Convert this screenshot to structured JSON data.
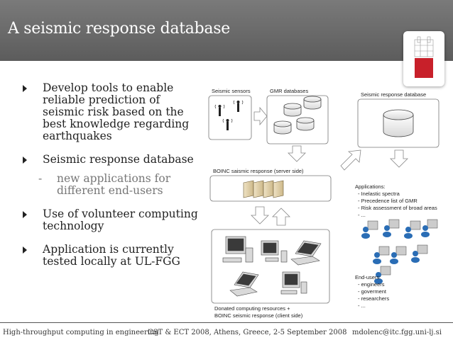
{
  "slide": {
    "title": "A seismic response database",
    "bullets": [
      "Develop tools to enable reliable prediction of seismic risk based on the best knowledge regarding earthquakes",
      "Seismic response database",
      "Use of volunteer computing technology",
      "Application is currently tested locally at UL-FGG"
    ],
    "sub_bullet": "new applications for different end-users"
  },
  "diagram": {
    "seismic_sensors": "Seismic sensors",
    "gmr_databases": "GMR databases",
    "seismic_response_database": "Seismic response database",
    "boinc_server": "BOINC saismic response (server side)",
    "applications_title": "Applications:",
    "applications": [
      "- Inelastic spectra",
      "- Precedence list of GMR",
      "- Risk assessment of broad areas",
      "- ..."
    ],
    "end_users_title": "End-users:",
    "end_users": [
      "- engineers",
      "- goverment",
      "- researchers",
      "- ..."
    ],
    "donated_line1": "Donated computing resources +",
    "donated_line2": "BOINC seismic response (client side)"
  },
  "footer": {
    "left": "High-throughput computing in engineering",
    "center": "CST & ECT 2008,  Athens, Greece, 2-5 September 2008",
    "right": "mdolenc@itc.fgg.uni-lj.si"
  },
  "colors": {
    "header": "#6b6b6b",
    "logo_red": "#c8202a",
    "server_tan": "#e6d6b0",
    "person_blue": "#2a6db5"
  }
}
